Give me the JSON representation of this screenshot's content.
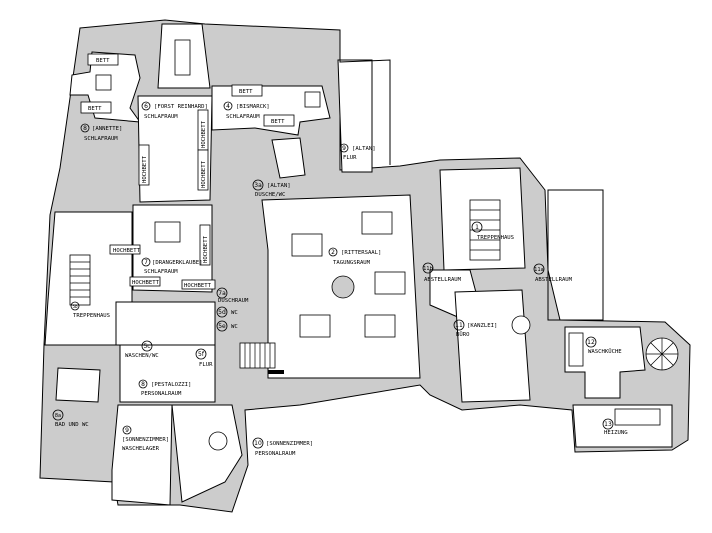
{
  "plan": {
    "rooms": [
      {
        "id": "r8a",
        "number": "8",
        "name": "[ANNETTE]",
        "type": "SCHLAFRAUM"
      },
      {
        "id": "r6",
        "number": "6",
        "name": "[FORST REINHARD]",
        "type": "SCHLAFRAUM"
      },
      {
        "id": "r4",
        "number": "4",
        "name": "[BISMARCK]",
        "type": "SCHLAFRAUM"
      },
      {
        "id": "r9a",
        "number": "9",
        "name": "[ALTAN]",
        "type": "FLUR"
      },
      {
        "id": "r3a",
        "number": "3a",
        "name": "[ALTAN]",
        "type": "DUSCHE/WC"
      },
      {
        "id": "r7",
        "number": "7",
        "name": "[DRANGERKLAUBE]",
        "type": "SCHLAFRAUM"
      },
      {
        "id": "r7a",
        "number": "7a",
        "name": "",
        "type": "DUSCHRAUM"
      },
      {
        "id": "r5d",
        "number": "5d",
        "name": "",
        "type": "WC"
      },
      {
        "id": "r5e",
        "number": "5e",
        "name": "",
        "type": "WC"
      },
      {
        "id": "r5c",
        "number": "5c",
        "name": "",
        "type": "WASCHEN/WC"
      },
      {
        "id": "r5f",
        "number": "5f",
        "name": "",
        "type": "FLUR"
      },
      {
        "id": "r5b",
        "number": "5b",
        "name": "",
        "type": "TREPPENHAUS"
      },
      {
        "id": "r2",
        "number": "2",
        "name": "[RITTERSAAL]",
        "type": "TAGUNGSRAUM"
      },
      {
        "id": "r1",
        "number": "1",
        "name": "",
        "type": "TREPPENHAUS"
      },
      {
        "id": "r11b",
        "number": "11b",
        "name": "",
        "type": "ABSTELLRAUM"
      },
      {
        "id": "r11a",
        "number": "11a",
        "name": "",
        "type": "ABSTELLRAUM"
      },
      {
        "id": "r11",
        "number": "11",
        "name": "[KANZLEI]",
        "type": "BÜRO"
      },
      {
        "id": "r8",
        "number": "8",
        "name": "[PESTALOZZI]",
        "type": "PERSONALRAUM"
      },
      {
        "id": "r8b",
        "number": "8a",
        "name": "",
        "type": "BAD UND WC"
      },
      {
        "id": "r9",
        "number": "9",
        "name": "[SONNENZIMMER]",
        "type": "WASCHELAGER"
      },
      {
        "id": "r10",
        "number": "10",
        "name": "[SONNENZIMMER]",
        "type": "PERSONALRAUM"
      },
      {
        "id": "r12",
        "number": "12",
        "name": "",
        "type": "WASCHKÜCHE"
      },
      {
        "id": "r13",
        "number": "13",
        "name": "",
        "type": "HEIZUNG"
      }
    ],
    "furniture_labels": {
      "bett": "BETT",
      "hochbett": "HOCHBETT"
    }
  }
}
